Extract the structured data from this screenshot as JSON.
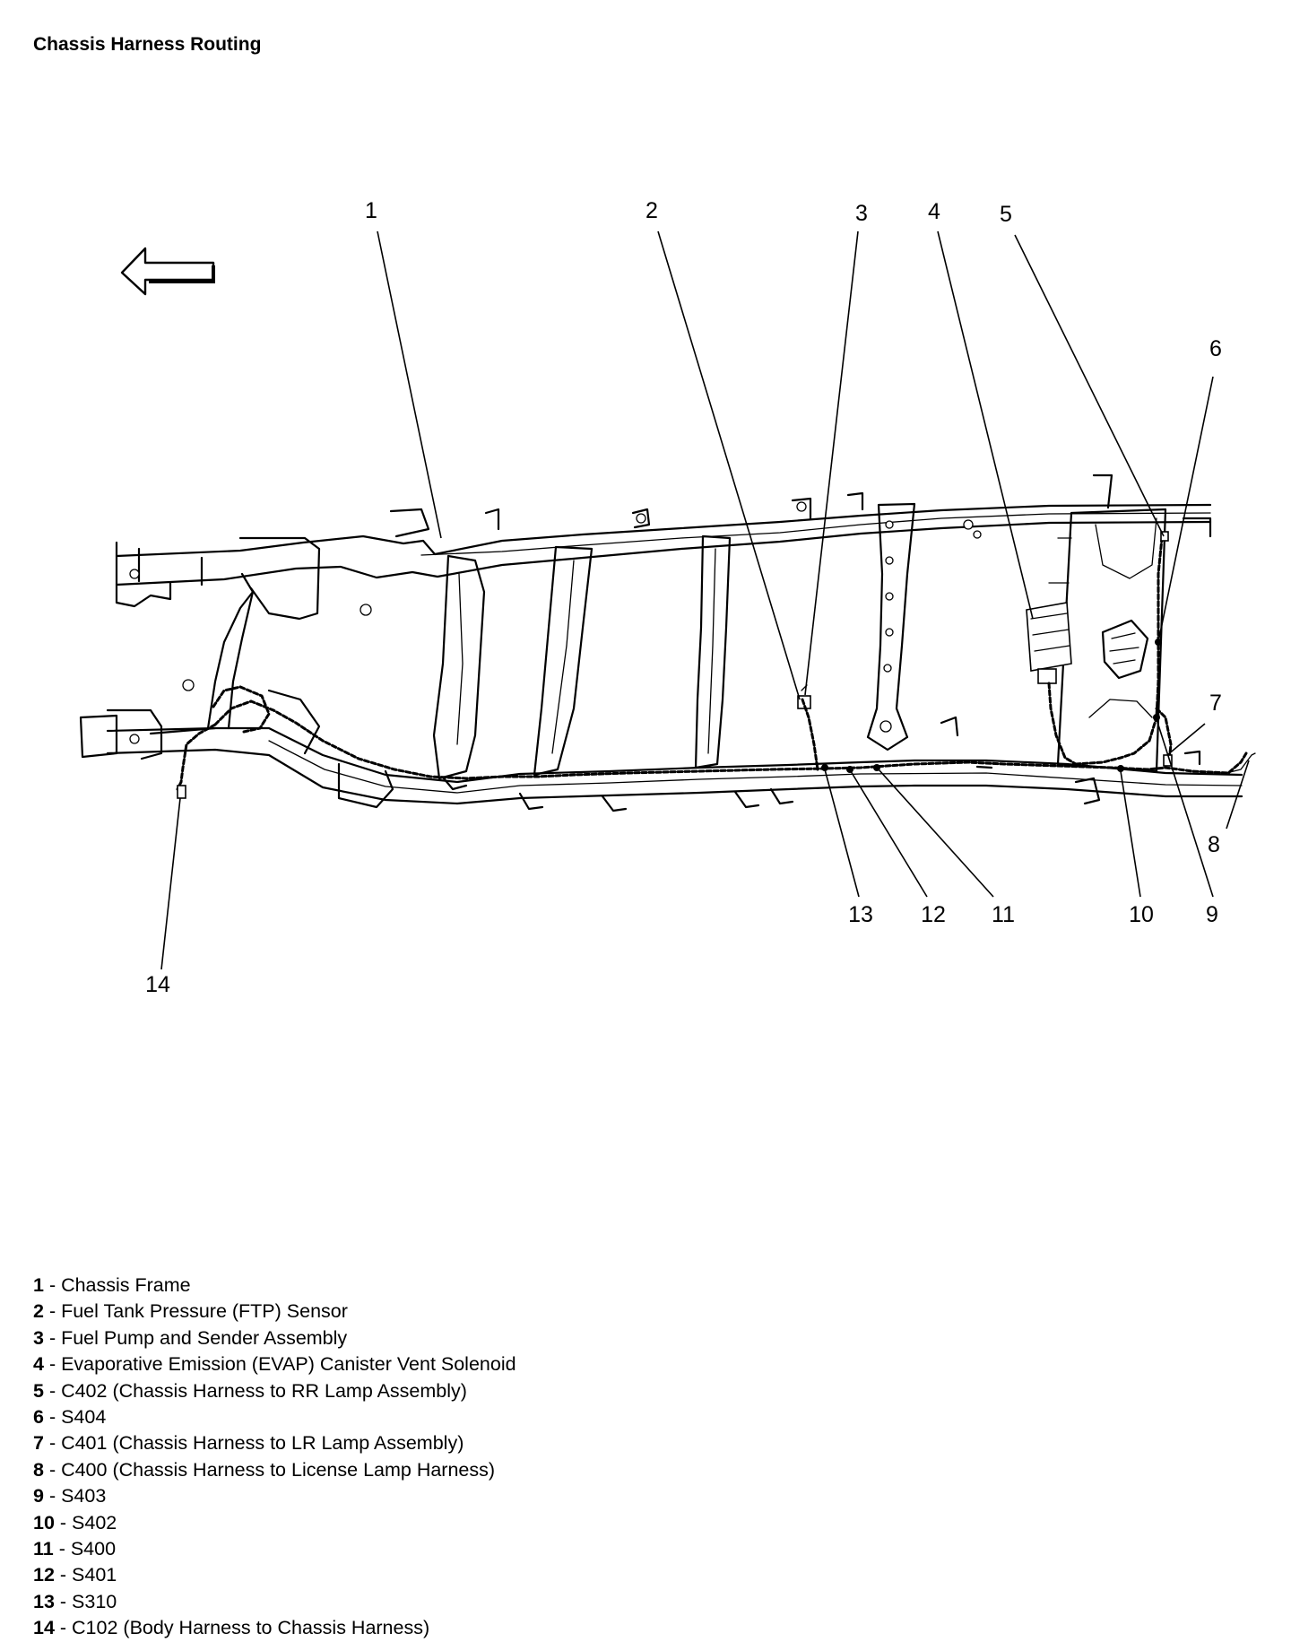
{
  "title": "Chassis Harness Routing",
  "callouts": [
    "1",
    "2",
    "3",
    "4",
    "5",
    "6",
    "7",
    "8",
    "9",
    "10",
    "11",
    "12",
    "13",
    "14"
  ],
  "legend": [
    {
      "num": "1",
      "sep": " - ",
      "desc": "Chassis Frame"
    },
    {
      "num": "2",
      "sep": " - ",
      "desc": "Fuel Tank Pressure (FTP) Sensor"
    },
    {
      "num": "3",
      "sep": " - ",
      "desc": "Fuel Pump and Sender Assembly"
    },
    {
      "num": "4",
      "sep": " - ",
      "desc": "Evaporative Emission (EVAP) Canister Vent Solenoid"
    },
    {
      "num": "5",
      "sep": " - ",
      "desc": "C402 (Chassis Harness to RR Lamp Assembly)"
    },
    {
      "num": "6",
      "sep": " - ",
      "desc": "S404"
    },
    {
      "num": "7",
      "sep": " - ",
      "desc": "C401 (Chassis Harness to LR Lamp Assembly)"
    },
    {
      "num": "8",
      "sep": " - ",
      "desc": "C400 (Chassis Harness to License Lamp Harness)"
    },
    {
      "num": "9",
      "sep": " - ",
      "desc": "S403"
    },
    {
      "num": "10",
      "sep": " - ",
      "desc": "S402"
    },
    {
      "num": "11",
      "sep": " - ",
      "desc": "S400"
    },
    {
      "num": "12",
      "sep": " - ",
      "desc": "S401"
    },
    {
      "num": "13",
      "sep": " - ",
      "desc": "S310"
    },
    {
      "num": "14",
      "sep": " - ",
      "desc": "C102 (Body Harness to Chassis Harness)"
    }
  ],
  "icons": {
    "direction": "left-arrow-icon"
  },
  "colors": {
    "ink": "#000000",
    "paper": "#ffffff"
  }
}
